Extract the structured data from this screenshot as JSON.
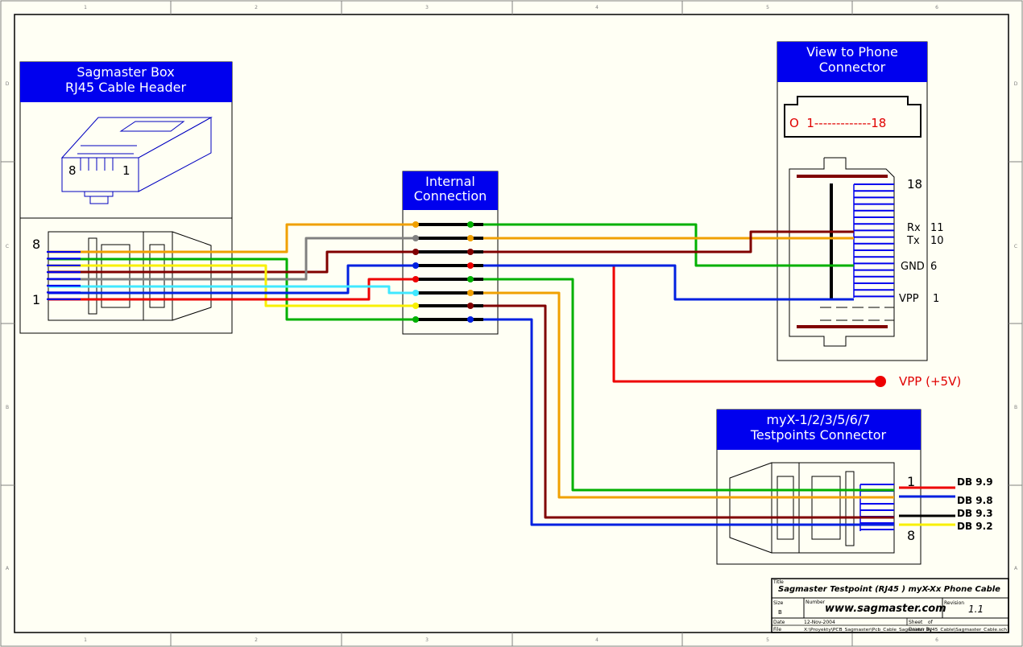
{
  "sheet": {
    "zone_columns": [
      "1",
      "2",
      "3",
      "4",
      "5",
      "6"
    ],
    "zone_rows": [
      "D",
      "C",
      "B",
      "A"
    ]
  },
  "boxes": {
    "rj45_header": {
      "line1": "Sagmaster Box",
      "line2": "RJ45 Cable Header",
      "pin_left": "8",
      "pin_right": "1"
    },
    "rj45_socket": {
      "pin_top": "8",
      "pin_bottom": "1"
    },
    "internal": {
      "line1": "Internal",
      "line2": "Connection"
    },
    "phone": {
      "line1": "View to Phone",
      "line2": "Connector",
      "face": "O  1-------------18"
    },
    "testpoints": {
      "line1": "myX-1/2/3/5/6/7",
      "line2": "Testpoints Connector",
      "pin_top": "1",
      "pin_bottom": "8"
    }
  },
  "phone_pins": {
    "p18": "18",
    "rx_label": "Rx",
    "rx_num": "11",
    "tx_label": "Tx",
    "tx_num": "10",
    "gnd_label": "GND",
    "gnd_num": "6",
    "vpp_label": "VPP",
    "vpp_num": "1"
  },
  "vpp_node": "VPP (+5V)",
  "db9": [
    "DB 9.9",
    "DB 9.8",
    "DB 9.3",
    "DB 9.2"
  ],
  "title_block": {
    "title_label": "Title",
    "title": "Sagmaster Testpoint (RJ45 ) myX-Xx Phone Cable",
    "size_label": "Size",
    "size": "B",
    "number_label": "Number",
    "number": "www.sagmaster.com",
    "revision_label": "Revision",
    "revision": "1.1",
    "date_label": "Date",
    "date": "12-Nov-2004",
    "file_label": "File",
    "file": "X:\\Proyekty\\PCB_Sagmaster\\Pcb_Cable_Sagmaster_RJ45_Cable\\Sagmaster_Cable.sch",
    "sheet_label": "Sheet",
    "of_label": "of",
    "drawn_label": "Drawn By"
  },
  "colors": {
    "orange": "#f0a000",
    "gray": "#808080",
    "maroon": "#800000",
    "blue": "#0020e0",
    "red": "#ee0000",
    "cyan": "#40e8ff",
    "yellow": "#f8f000",
    "green": "#00b000",
    "header_blue": "#0000ee",
    "paper": "#fffff4"
  }
}
